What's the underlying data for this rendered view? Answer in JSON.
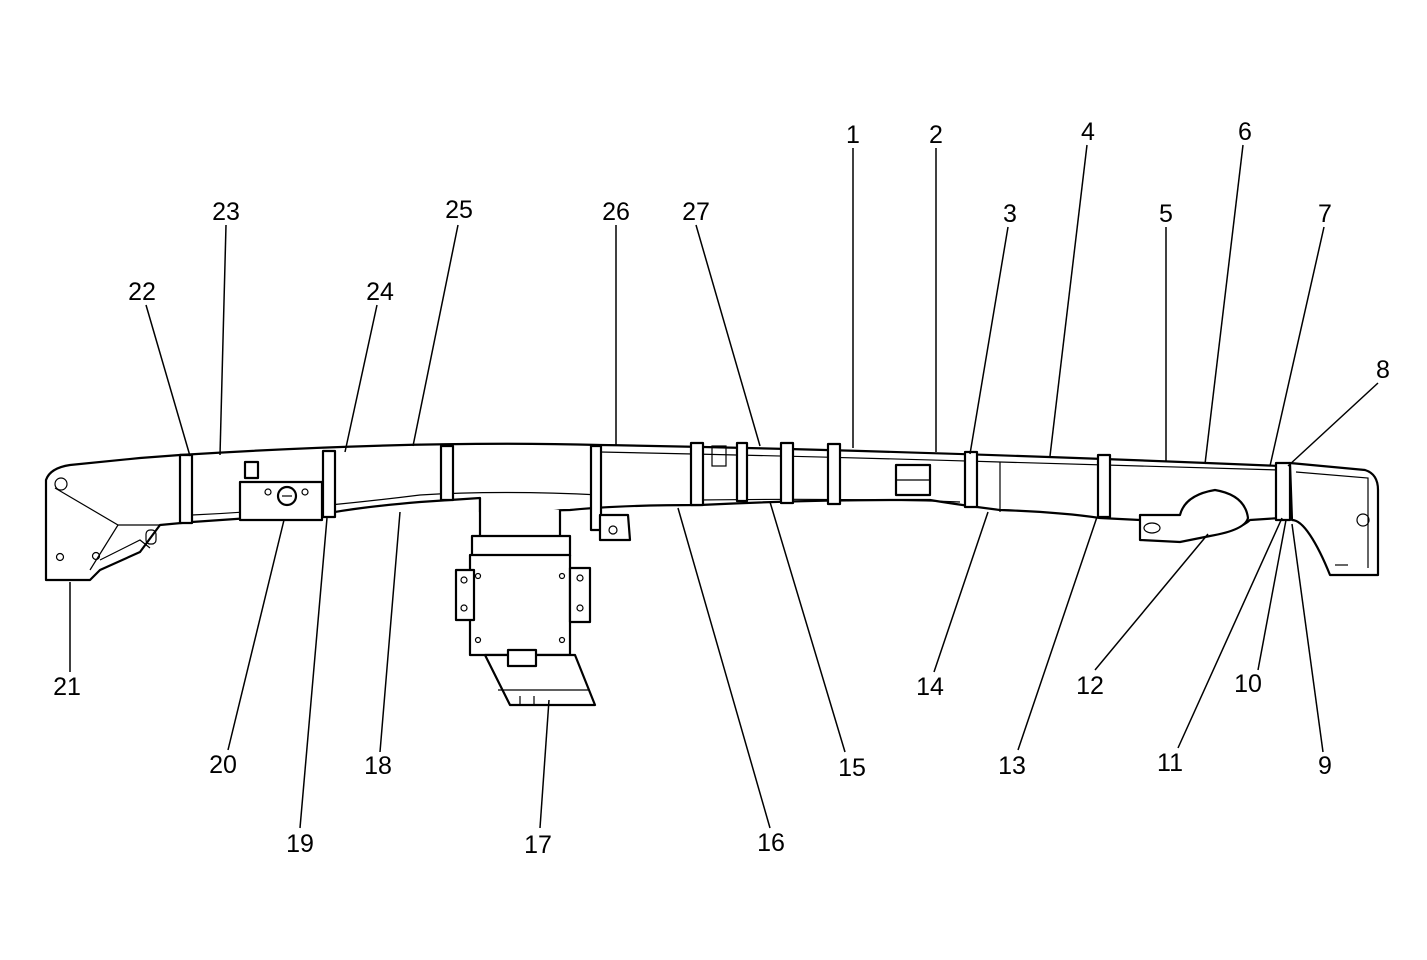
{
  "diagram": {
    "callouts": [
      {
        "id": "1",
        "label": "1"
      },
      {
        "id": "2",
        "label": "2"
      },
      {
        "id": "3",
        "label": "3"
      },
      {
        "id": "4",
        "label": "4"
      },
      {
        "id": "5",
        "label": "5"
      },
      {
        "id": "6",
        "label": "6"
      },
      {
        "id": "7",
        "label": "7"
      },
      {
        "id": "8",
        "label": "8"
      },
      {
        "id": "9",
        "label": "9"
      },
      {
        "id": "10",
        "label": "10"
      },
      {
        "id": "11",
        "label": "11"
      },
      {
        "id": "12",
        "label": "12"
      },
      {
        "id": "13",
        "label": "13"
      },
      {
        "id": "14",
        "label": "14"
      },
      {
        "id": "15",
        "label": "15"
      },
      {
        "id": "16",
        "label": "16"
      },
      {
        "id": "17",
        "label": "17"
      },
      {
        "id": "18",
        "label": "18"
      },
      {
        "id": "19",
        "label": "19"
      },
      {
        "id": "20",
        "label": "20"
      },
      {
        "id": "21",
        "label": "21"
      },
      {
        "id": "22",
        "label": "22"
      },
      {
        "id": "23",
        "label": "23"
      },
      {
        "id": "24",
        "label": "24"
      },
      {
        "id": "25",
        "label": "25"
      },
      {
        "id": "26",
        "label": "26"
      },
      {
        "id": "27",
        "label": "27"
      }
    ]
  }
}
